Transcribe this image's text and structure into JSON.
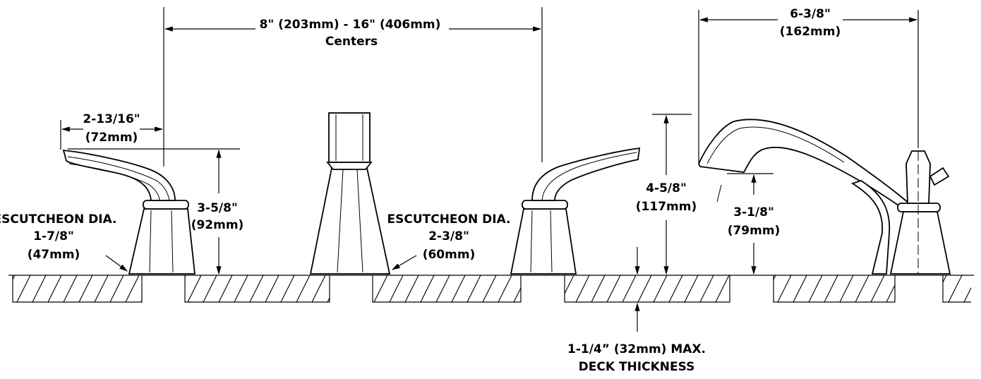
{
  "labels": {
    "centers_dim": "8\" (203mm) - 16\" (406mm)",
    "centers_word": "Centers",
    "spout_reach_in": "6-3/8\"",
    "spout_reach_mm": "(162mm)",
    "handle_reach_in": "2-13/16\"",
    "handle_reach_mm": "(72mm)",
    "handle_height_in": "3-5/8\"",
    "handle_height_mm": "(92mm)",
    "esc_left_title": "ESCUTCHEON DIA.",
    "esc_left_in": "1-7/8\"",
    "esc_left_mm": "(47mm)",
    "esc_center_title": "ESCUTCHEON DIA.",
    "esc_center_in": "2-3/8\"",
    "esc_center_mm": "(60mm)",
    "spout_height_in": "4-5/8\"",
    "spout_height_mm": "(117mm)",
    "spout_clearance_in": "3-1/8\"",
    "spout_clearance_mm": "(79mm)",
    "deck_line1": "1-1/4” (32mm) MAX.",
    "deck_line2": "DECK THICKNESS"
  }
}
